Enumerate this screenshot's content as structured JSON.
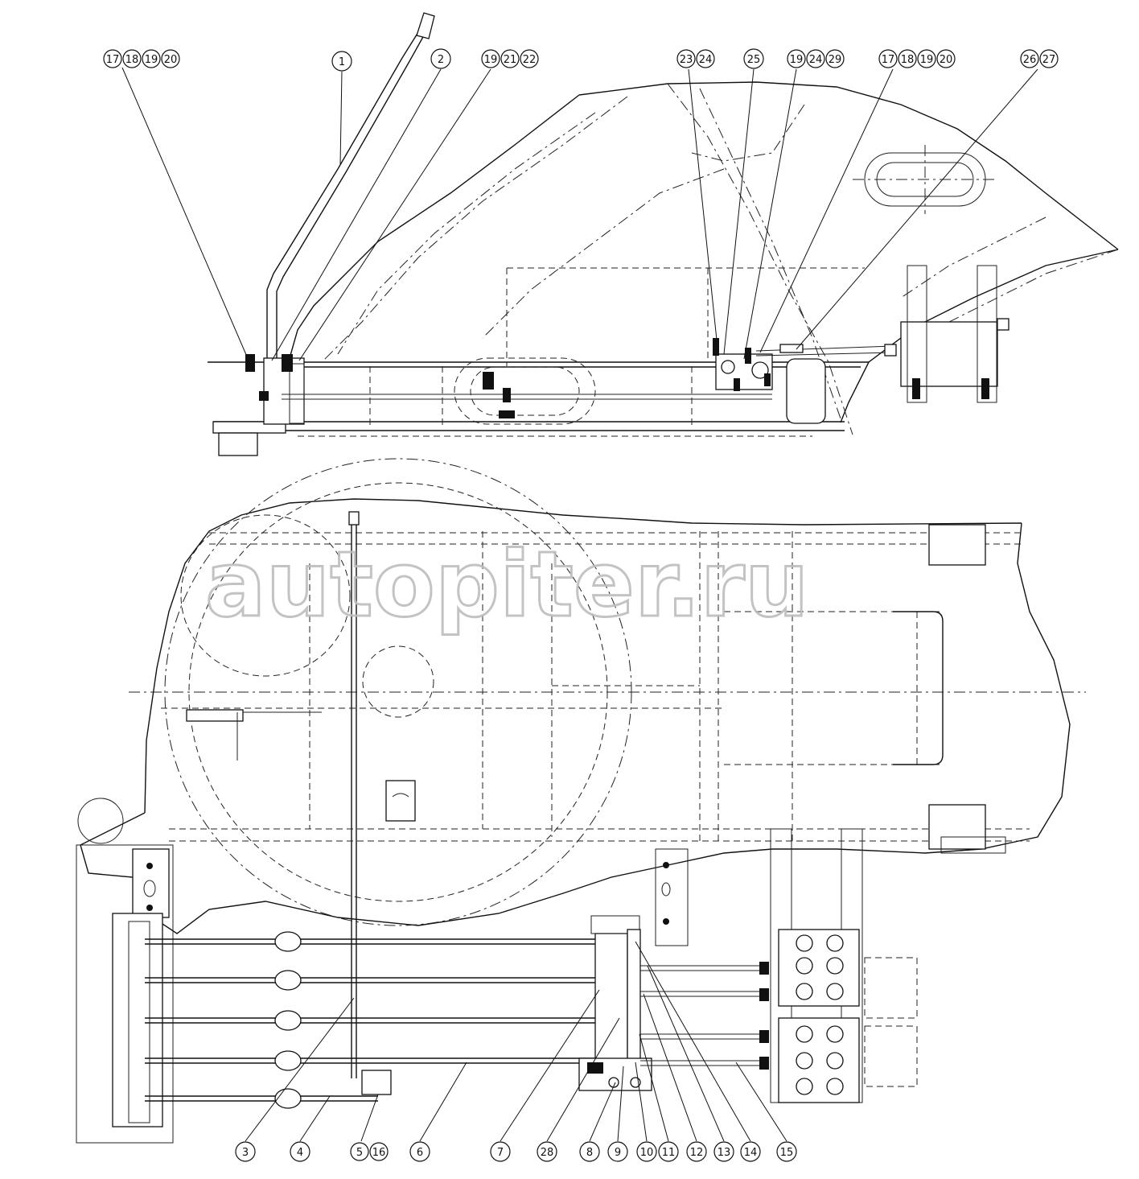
{
  "watermark": {
    "text": "autopiter.ru"
  },
  "callouts": {
    "c1": [
      "17",
      "18",
      "19",
      "20"
    ],
    "c2": [
      "1"
    ],
    "c3": [
      "2"
    ],
    "c4": [
      "19",
      "21",
      "22"
    ],
    "c5": [
      "23",
      "24"
    ],
    "c6": [
      "25"
    ],
    "c7": [
      "19",
      "24",
      "29"
    ],
    "c8": [
      "17",
      "18",
      "19",
      "20"
    ],
    "c9": [
      "26",
      "27"
    ],
    "c10": [
      "3"
    ],
    "c11": [
      "4"
    ],
    "c12": [
      "5",
      "16"
    ],
    "c13": [
      "6"
    ],
    "c14": [
      "7"
    ],
    "c15": [
      "28"
    ],
    "c16": [
      "8"
    ],
    "c17": [
      "9"
    ],
    "c18": [
      "10"
    ],
    "c19": [
      "11"
    ],
    "c20": [
      "12"
    ],
    "c21": [
      "13"
    ],
    "c22": [
      "14"
    ],
    "c23": [
      "15"
    ]
  }
}
